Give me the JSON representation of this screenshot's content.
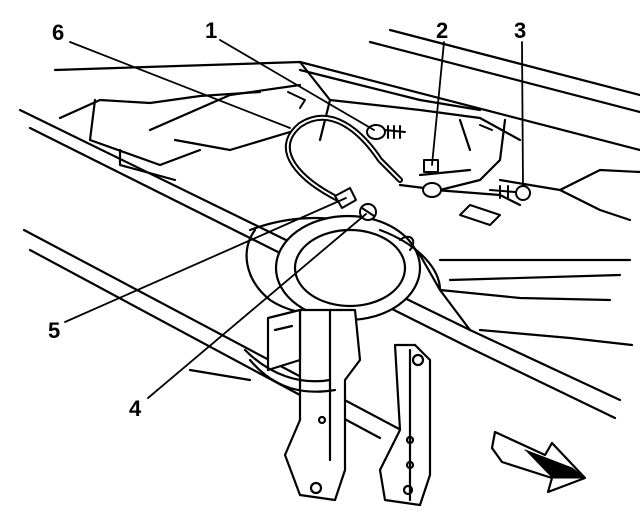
{
  "figure": {
    "callouts": [
      {
        "id": "c1",
        "label": "1"
      },
      {
        "id": "c2",
        "label": "2"
      },
      {
        "id": "c3",
        "label": "3"
      },
      {
        "id": "c4",
        "label": "4"
      },
      {
        "id": "c5",
        "label": "5"
      },
      {
        "id": "c6",
        "label": "6"
      }
    ]
  },
  "colors": {
    "ink": "#000000",
    "paper": "#ffffff",
    "shade": "#d9d9d9"
  }
}
